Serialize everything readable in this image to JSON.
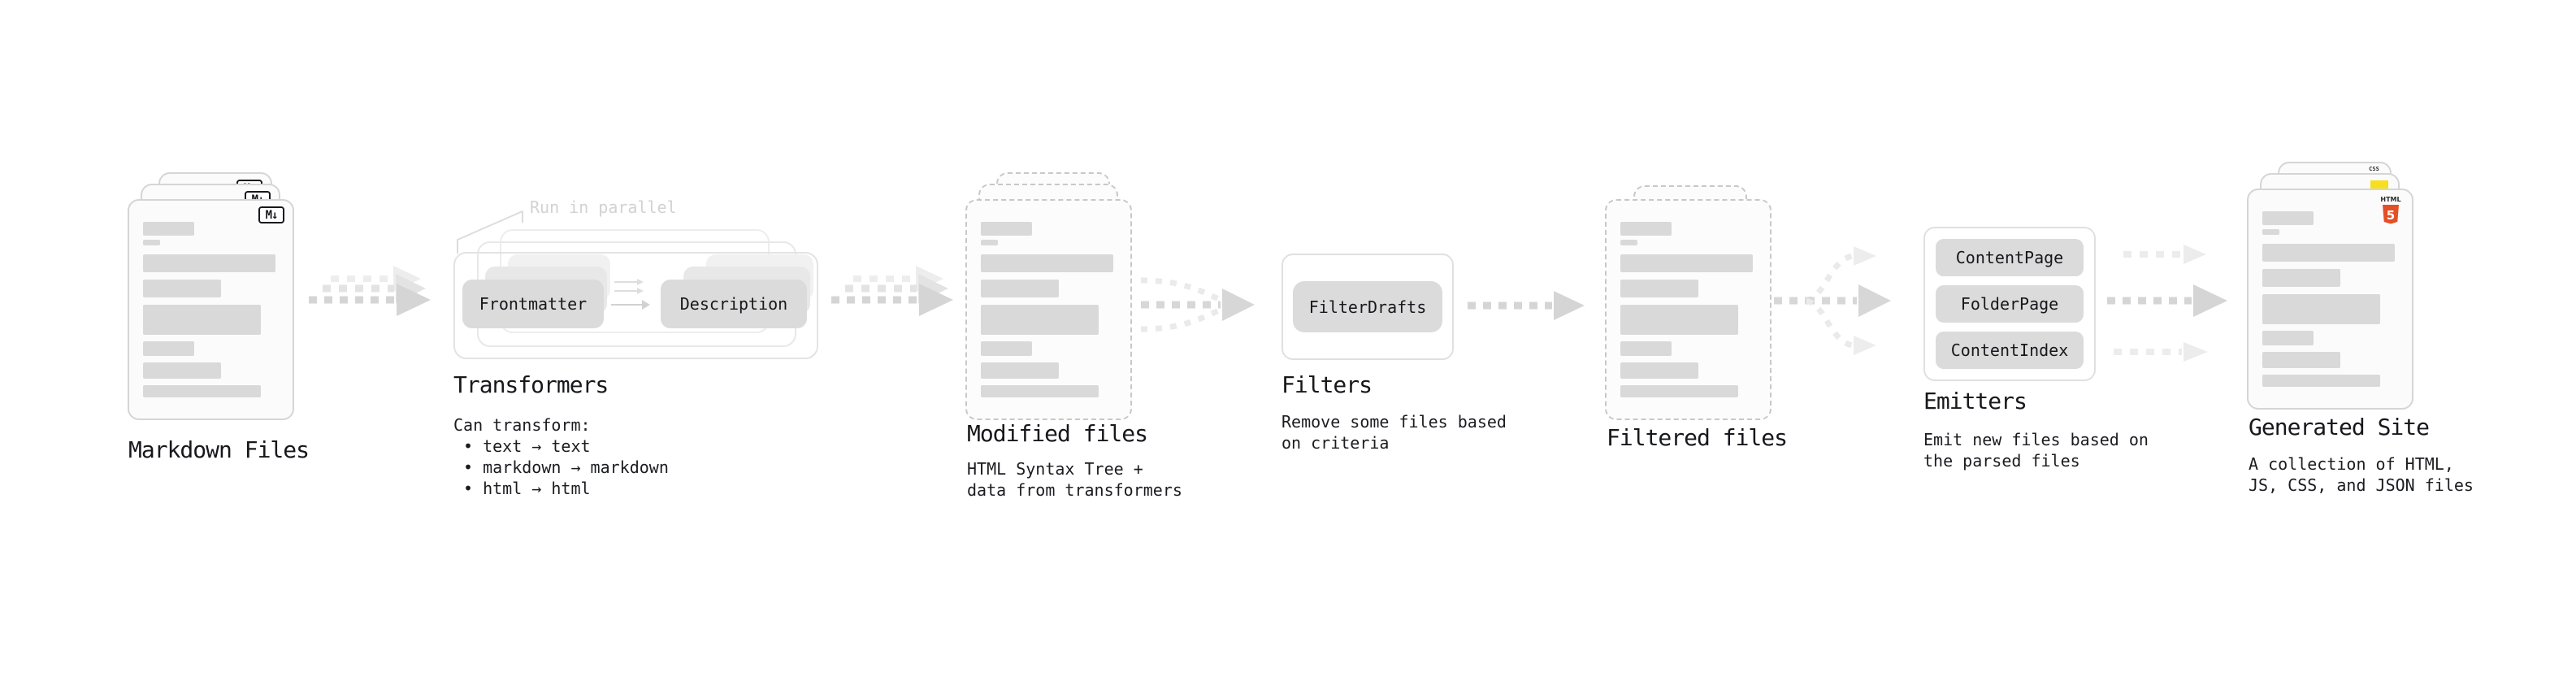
{
  "diagram": {
    "markdown_files": {
      "label": "Markdown Files",
      "badge": "M↓"
    },
    "transformers": {
      "label": "Transformers",
      "parallel_note": "Run in parallel",
      "pills": [
        "Frontmatter",
        "Description"
      ],
      "desc_title": "Can transform:",
      "bullets": [
        "• text → text",
        "• markdown → markdown",
        "• html → html"
      ]
    },
    "modified_files": {
      "label": "Modified files",
      "desc_lines": [
        "HTML Syntax Tree +",
        "data from transformers"
      ]
    },
    "filters": {
      "label": "Filters",
      "pill": "FilterDrafts",
      "desc_lines": [
        "Remove some files based",
        "on criteria"
      ]
    },
    "filtered_files": {
      "label": "Filtered files"
    },
    "emitters": {
      "label": "Emitters",
      "pills": [
        "ContentPage",
        "FolderPage",
        "ContentIndex"
      ],
      "desc_lines": [
        "Emit new files based on",
        "the parsed files"
      ]
    },
    "generated_site": {
      "label": "Generated Site",
      "desc_lines": [
        "A collection of HTML,",
        "JS, CSS, and JSON files"
      ],
      "badges": {
        "html5_text": "HTML",
        "html5_number": "5",
        "css_text": "CSS"
      }
    }
  },
  "colors": {
    "html5_orange": "#e34f26",
    "js_yellow": "#f7df1e",
    "css_blue": "#2760e6"
  }
}
